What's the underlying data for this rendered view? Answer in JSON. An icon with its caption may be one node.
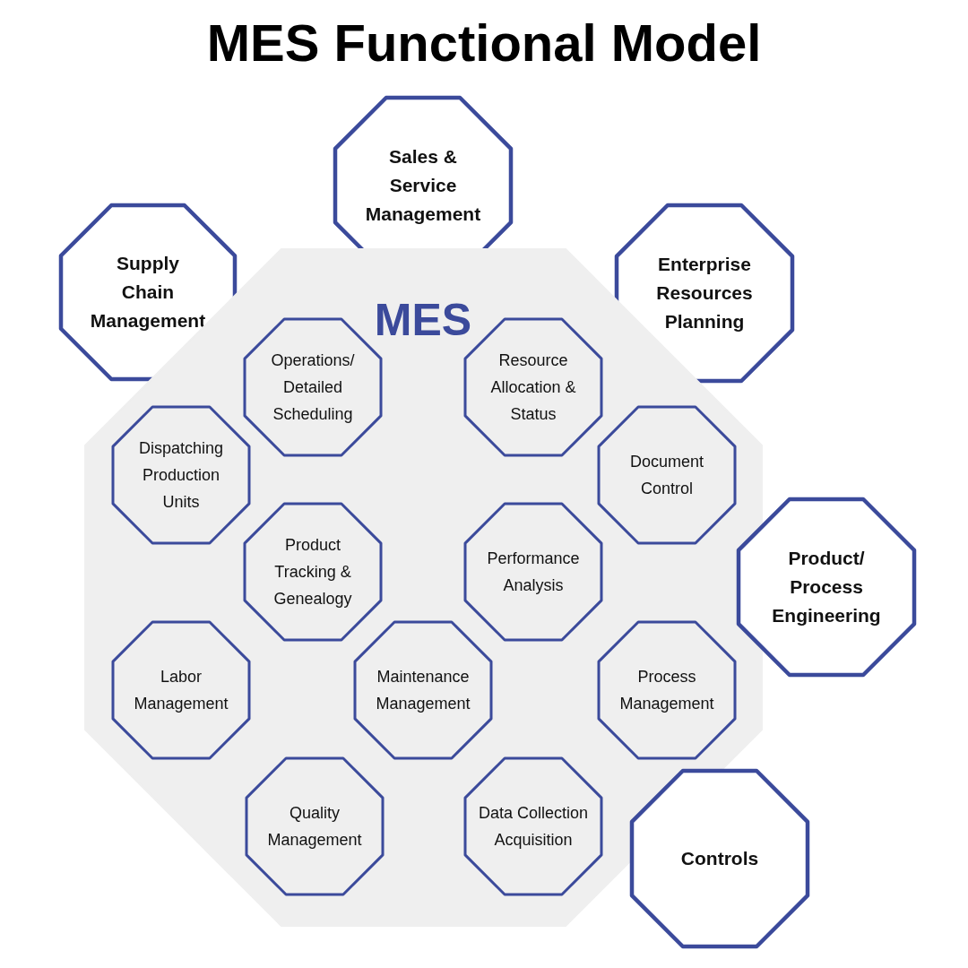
{
  "diagram": {
    "title": "MES Functional Model",
    "nodes": [
      {
        "text": [
          "Sales & Service Management"
        ]
      },
      {
        "text": [
          "Supply Chain Management"
        ]
      },
      {
        "text": [
          "Enterprise Resources Planning"
        ]
      },
      {
        "text": [
          "MES"
        ]
      },
      {
        "text": [
          "Operations/ Detailed Scheduling"
        ],
        "in": 3
      },
      {
        "text": [
          "Resource Allocation & Status"
        ],
        "in": 3
      },
      {
        "text": [
          "Dispatching Production Units"
        ],
        "in": 3
      },
      {
        "text": [
          "Document Control"
        ],
        "in": 3
      },
      {
        "text": [
          "Product Tracking & Genealogy"
        ],
        "in": 3
      },
      {
        "text": [
          "Performance Analysis"
        ],
        "in": 3
      },
      {
        "text": [
          "Product/ Process Engineering"
        ]
      },
      {
        "text": [
          "Labor Management"
        ],
        "in": 3
      },
      {
        "text": [
          "Maintenance Management"
        ],
        "in": 3
      },
      {
        "text": [
          "Process Management"
        ],
        "in": 3
      },
      {
        "text": [
          "Quality Management"
        ],
        "in": 3
      },
      {
        "text": [
          "Data Collection Acquisition"
        ],
        "in": 3
      },
      {
        "text": [
          "Controls"
        ]
      }
    ]
  }
}
